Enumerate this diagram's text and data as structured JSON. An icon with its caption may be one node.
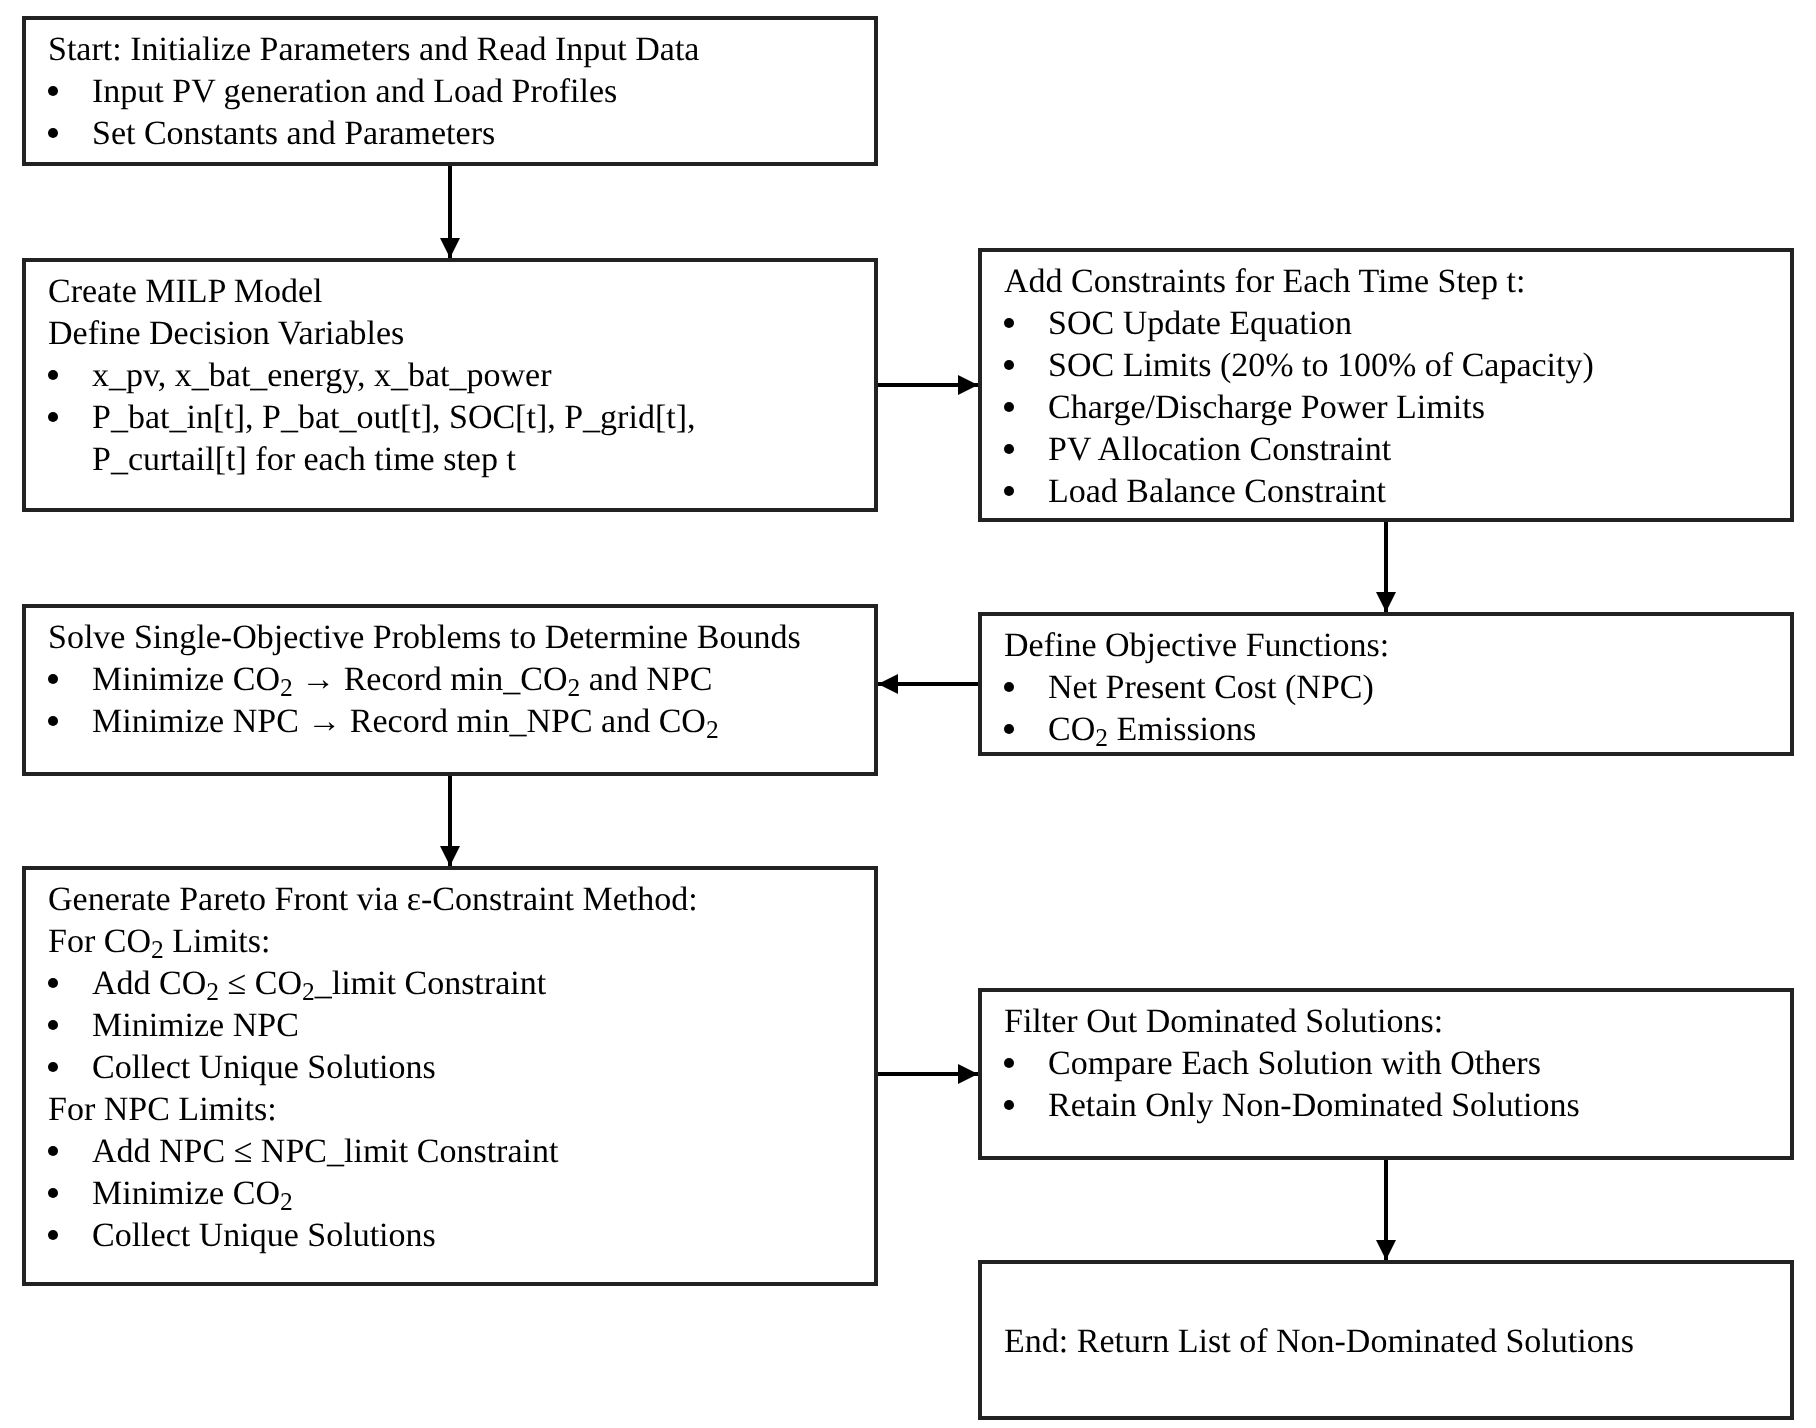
{
  "diagram": {
    "nodes": [
      {
        "text": [
          "Start: Initialize Parameters and Read Input Data",
          "Input PV generation and Load Profiles",
          "Set Constants and Parameters"
        ]
      },
      {
        "text": [
          "Create MILP Model",
          "Define Decision Variables",
          "x_pv, x_bat_energy, x_bat_power",
          "P_bat_in[t], P_bat_out[t], SOC[t], P_grid[t], P_curtail[t] for each time step t"
        ]
      },
      {
        "text": [
          "Add Constraints for Each Time Step t:",
          "SOC Update Equation",
          "SOC Limits (20% to 100% of Capacity)",
          "Charge/Discharge Power Limits",
          "PV Allocation Constraint",
          "Load Balance Constraint"
        ]
      },
      {
        "text": [
          "Define Objective Functions:",
          "Net Present Cost (NPC)",
          "CO$_{2}$ Emissions"
        ]
      },
      {
        "text": [
          "Solve Single-Objective Problems to Determine Bounds",
          "Minimize CO$_{2}$ → Record min_CO$_{2}$ and NPC",
          "Minimize NPC → Record min_NPC and CO$_{2}$"
        ]
      },
      {
        "text": [
          "Generate Pareto Front via ε-Constraint Method:",
          "For CO$_{2}$ Limits:",
          "Add CO$_{2}$ ≤ CO$_{2}$_limit Constraint",
          "Minimize NPC",
          "Collect Unique Solutions",
          "For NPC Limits:",
          "Add NPC ≤ NPC_limit Constraint",
          "Minimize CO$_{2}$",
          "Collect Unique Solutions"
        ]
      },
      {
        "text": [
          "Filter Out Dominated Solutions:",
          "Compare Each Solution with Others",
          "Retain Only Non-Dominated Solutions"
        ]
      },
      {
        "text": [
          "End: Return List of Non-Dominated Solutions"
        ]
      }
    ],
    "edges": [
      {
        "from": 0,
        "to": 1,
        "arrow": "to"
      },
      {
        "from": 1,
        "to": 2,
        "arrow": "to"
      },
      {
        "from": 2,
        "to": 3,
        "arrow": "to"
      },
      {
        "from": 3,
        "to": 4,
        "arrow": "to"
      },
      {
        "from": 4,
        "to": 5,
        "arrow": "to"
      },
      {
        "from": 5,
        "to": 6,
        "arrow": "to"
      },
      {
        "from": 6,
        "to": 7,
        "arrow": "to"
      }
    ]
  }
}
